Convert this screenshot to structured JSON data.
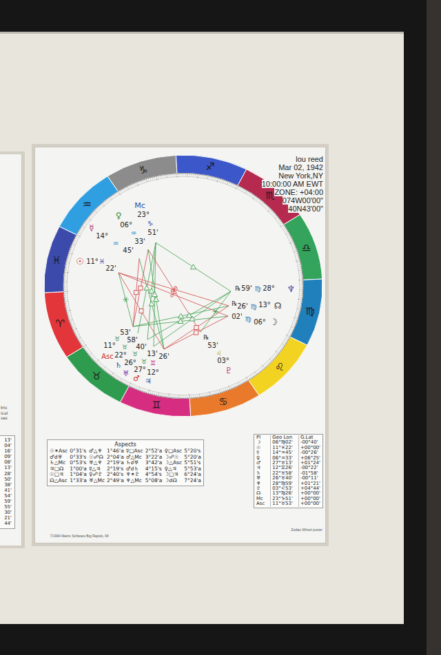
{
  "diagram": {
    "nodes": [
      {
        "text": [
          "tric ical ses"
        ]
      },
      {
        "text": [
          "13'",
          "04'",
          "16'",
          "09'",
          "08'",
          "13'",
          "28'",
          "50'",
          "38'",
          "41'",
          "54'",
          "59'",
          "55'",
          "30'",
          "21'",
          "44'"
        ],
        "in": 0
      },
      {
        "text": [
          "lou reed",
          "Mar 02, 1942",
          "New York,NY",
          "10:00:00 AM EWT",
          "ZONE: +04:00",
          "074W00'00\"",
          "40N43'00\"",
          "©1994 Matrix Software Big Rapids, MI",
          "Zodiac Wheel poster"
        ]
      },
      {
        "text": [
          "Aspects",
          "☉✶Asc",
          "0°31's",
          "♂△♆",
          "1°46'a",
          "☿□Asc",
          "2°52'a",
          "♀□Asc",
          "5°20's",
          "♂☌♅",
          "0°33's",
          "☉☍☊",
          "2°04'a",
          "♂△Mc",
          "3°22'a",
          "☽☍☉",
          "5°20'a",
          "♄△Mc",
          "0°53's",
          "♅△♆",
          "2°19'a",
          "♄☌♅",
          "3°42'a",
          "☽△Asc",
          "5°51's",
          "♃□☊",
          "1°00'a",
          "☿△♃",
          "2°19's",
          "♂☌♄",
          "4°15's",
          "♀△♃",
          "5°53'a",
          "☉□♃",
          "1°04'a",
          "♀☍♇",
          "2°40's",
          "♆✶♇",
          "4°54's",
          "☽□♃",
          "6°24'a",
          "☊△Asc",
          "1°33'a",
          "♅△Mc",
          "2°49'a",
          "♆△Mc",
          "5°08'a",
          "☽☌☊",
          "7°24'a"
        ],
        "in": 2
      },
      {
        "text": [
          "Pl",
          "Geo Lon",
          "G.Lat",
          "☽",
          "06°♍02'",
          "-00°40'",
          "☉",
          "11°♓22'",
          "+00°00'",
          "☿",
          "14°♒45'",
          "-00°26'",
          "♀",
          "06°♒33'",
          "+06°25'",
          "♂",
          "27°♉13'",
          "+01°24'",
          "♃",
          "12°♊26'",
          "-00°22'",
          "♄",
          "22°♉58'",
          "-01°58'",
          "♅",
          "26°♉40'",
          "-00°11'",
          "♆",
          "28°♍59'",
          "+01°21'",
          "♇",
          "03°♌53'",
          "+04°44'",
          "☊",
          "13°♍26'",
          "+00°00'",
          "Mc",
          "23°♑51'",
          "+00°00'",
          "Asc",
          "11°♉53'",
          "+00°00'"
        ],
        "in": 2
      }
    ],
    "labels": [
      "♑",
      "♐",
      "♏",
      "♎",
      "♍",
      "♌",
      "♋",
      "♊",
      "♉",
      "♈",
      "♓",
      "♒",
      "Mc",
      "23°",
      "♑",
      "51'",
      "♀",
      "06°",
      "♒",
      "33'",
      "☿",
      "14°",
      "♒",
      "45'",
      "☉",
      "11°",
      "♓",
      "22'",
      "℞",
      "59'",
      "♍",
      "28°",
      "♆",
      "℞",
      "26'",
      "♍",
      "13°",
      "☊",
      "02'",
      "♍",
      "06°",
      "☽",
      "℞",
      "53'",
      "♌",
      "03°",
      "♇",
      "Asc",
      "11°",
      "♉",
      "53'",
      "♄",
      "22°",
      "♉",
      "58'",
      "♅",
      "26°",
      "♉",
      "40'",
      "♂",
      "27°",
      "♉",
      "13'",
      "♃",
      "12°",
      "♊",
      "26'"
    ]
  }
}
